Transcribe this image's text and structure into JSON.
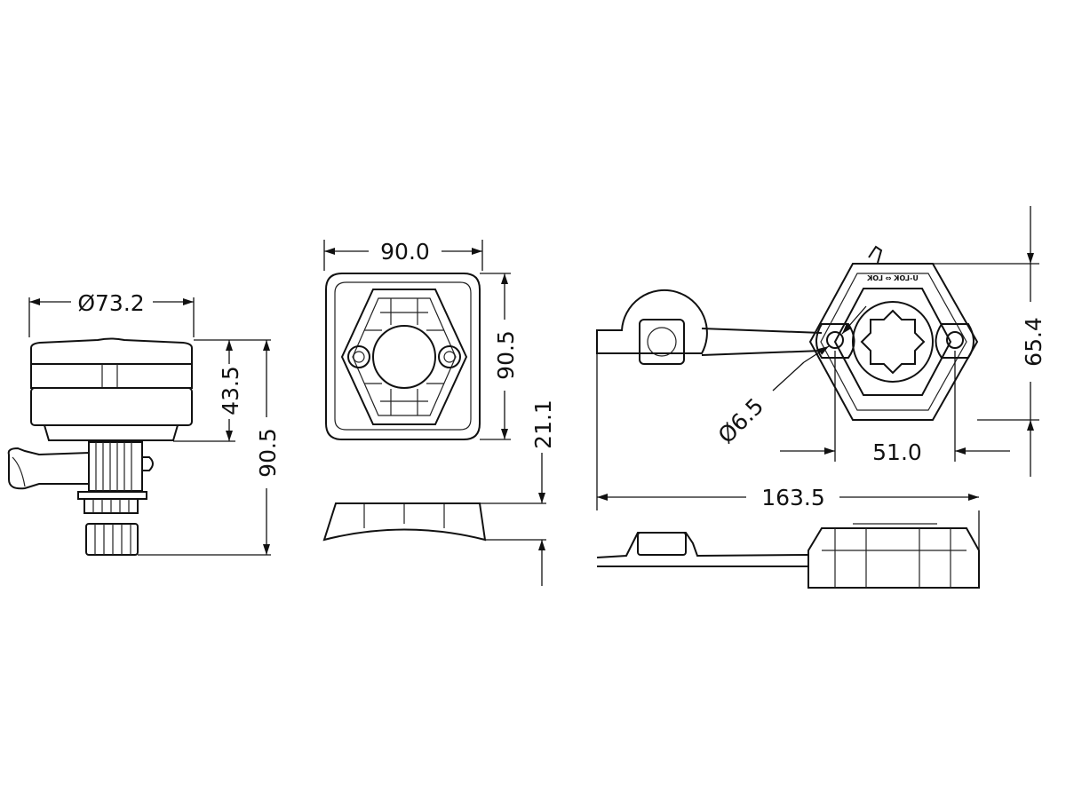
{
  "drawing": {
    "side_view": {
      "diameter": "Ø73.2",
      "head_height": "43.5",
      "total_height": "90.5"
    },
    "plate_view": {
      "width": "90.0",
      "height": "90.5",
      "thickness": "21.1"
    },
    "lock_view": {
      "hole_diameter": "Ø6.5",
      "hole_spacing": "51.0",
      "total_length": "163.5",
      "height": "65.4",
      "lock_label": "U-LOK ⇔ LOK"
    }
  }
}
